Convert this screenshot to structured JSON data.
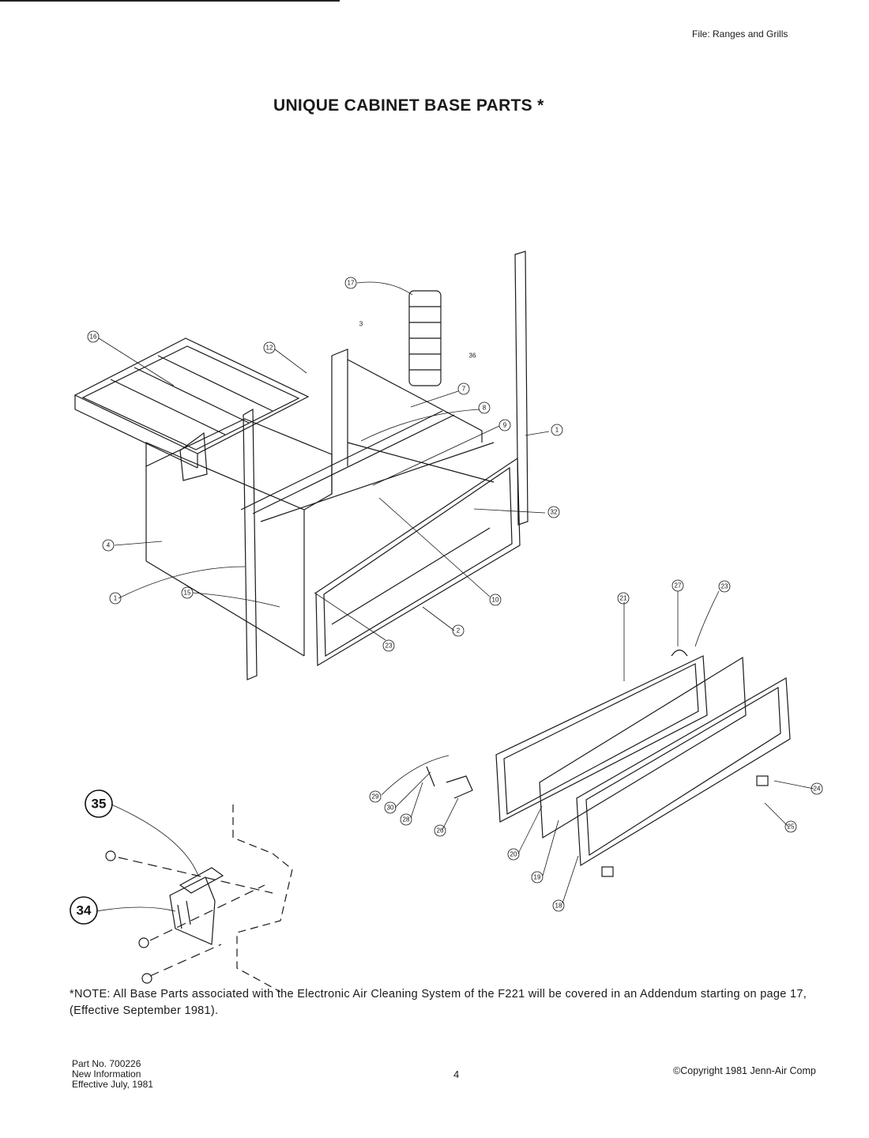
{
  "header": {
    "file_label": "File: Ranges and Grills"
  },
  "title": "UNIQUE CABINET BASE PARTS *",
  "diagram": {
    "callouts": [
      "17",
      "3",
      "16",
      "12",
      "36",
      "7",
      "8",
      "9",
      "1",
      "32",
      "4",
      "1",
      "10",
      "15",
      "23",
      "2",
      "27",
      "23",
      "21",
      "29",
      "30",
      "28",
      "26",
      "20",
      "19",
      "18",
      "24",
      "25"
    ],
    "detail_callouts": [
      "35",
      "34"
    ]
  },
  "note": "*NOTE: All Base Parts associated with the Electronic Air Cleaning System of the F221 will be covered in an Addendum starting on page 17, (Effective September 1981).",
  "footer": {
    "part_no": "Part No. 700226",
    "info": "New Information",
    "effective": "Effective July, 1981",
    "page": "4",
    "copyright": "©Copyright 1981 Jenn-Air Comp"
  },
  "colors": {
    "ink": "#1a1a1a",
    "paper": "#ffffff"
  }
}
